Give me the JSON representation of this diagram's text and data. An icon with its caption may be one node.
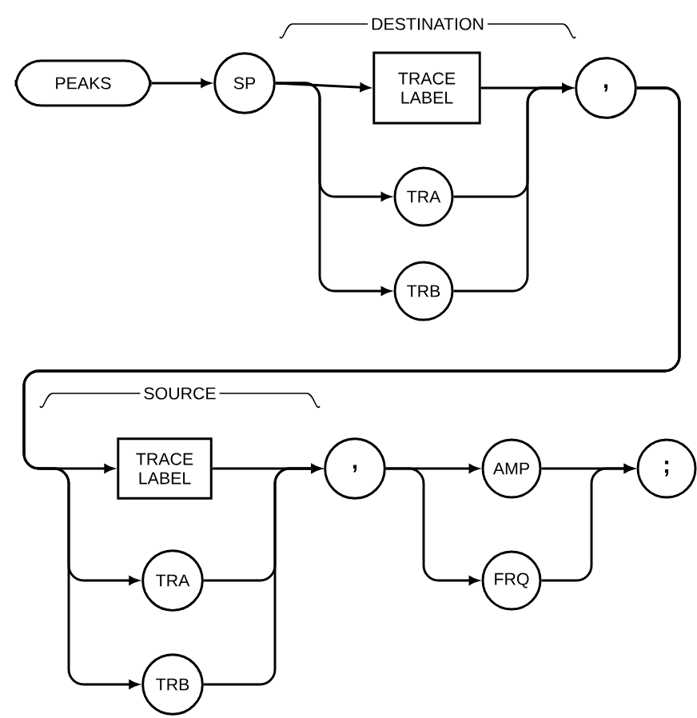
{
  "diagram": {
    "nodes": [
      {
        "text": [
          "PEAKS"
        ]
      },
      {
        "text": [
          "SP"
        ]
      },
      {
        "text": [
          "TRACE LABEL"
        ]
      },
      {
        "text": [
          "TRA"
        ]
      },
      {
        "text": [
          "TRB"
        ]
      },
      {
        "text": [
          ","
        ]
      },
      {
        "text": [
          "TRACE LABEL"
        ]
      },
      {
        "text": [
          "TRA"
        ]
      },
      {
        "text": [
          "TRB"
        ]
      },
      {
        "text": [
          ","
        ]
      },
      {
        "text": [
          "AMP"
        ]
      },
      {
        "text": [
          "FRQ"
        ]
      },
      {
        "text": [
          ";"
        ]
      }
    ],
    "edges": [
      {
        "from": 0,
        "to": 1,
        "arrow": "to"
      },
      {
        "from": 1,
        "to": 2,
        "arrow": "to"
      },
      {
        "from": 1,
        "to": 3,
        "arrow": "to"
      },
      {
        "from": 1,
        "to": 4,
        "arrow": "to"
      },
      {
        "from": 2,
        "to": 5,
        "arrow": "to"
      },
      {
        "from": 3,
        "to": 5,
        "arrow": "to"
      },
      {
        "from": 4,
        "to": 5,
        "arrow": "to"
      },
      {
        "from": 5,
        "to": 6,
        "arrow": "to"
      },
      {
        "from": 6,
        "to": 9,
        "arrow": "to"
      },
      {
        "from": 7,
        "to": 9,
        "arrow": "to"
      },
      {
        "from": 8,
        "to": 9,
        "arrow": "to"
      },
      {
        "from": 5,
        "to": 7,
        "arrow": "to"
      },
      {
        "from": 5,
        "to": 8,
        "arrow": "to"
      },
      {
        "from": 9,
        "to": 10,
        "arrow": "to"
      },
      {
        "from": 9,
        "to": 11,
        "arrow": "to"
      },
      {
        "from": 10,
        "to": 12,
        "arrow": "to"
      },
      {
        "from": 11,
        "to": 12,
        "arrow": "to"
      }
    ],
    "labels": [
      "DESTINATION",
      "SOURCE"
    ]
  }
}
